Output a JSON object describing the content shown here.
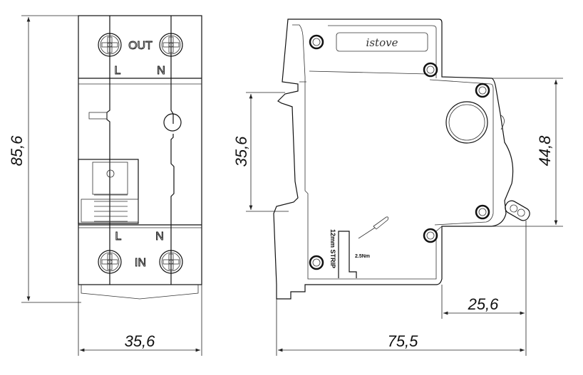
{
  "front_view": {
    "top_label": "OUT",
    "bottom_label": "IN",
    "top_left_terminal": "L",
    "top_right_terminal": "N",
    "bottom_left_terminal": "L",
    "bottom_right_terminal": "N",
    "height_dimension": "85,6",
    "width_dimension": "35,6"
  },
  "side_view": {
    "logo_text": "istove",
    "strip_label": "12mm STRIP",
    "torque_label": "2.5Nm",
    "rail_dimension": "35,6",
    "front_height_dimension": "44,8",
    "front_depth_dimension": "25,6",
    "total_depth_dimension": "75,5"
  }
}
